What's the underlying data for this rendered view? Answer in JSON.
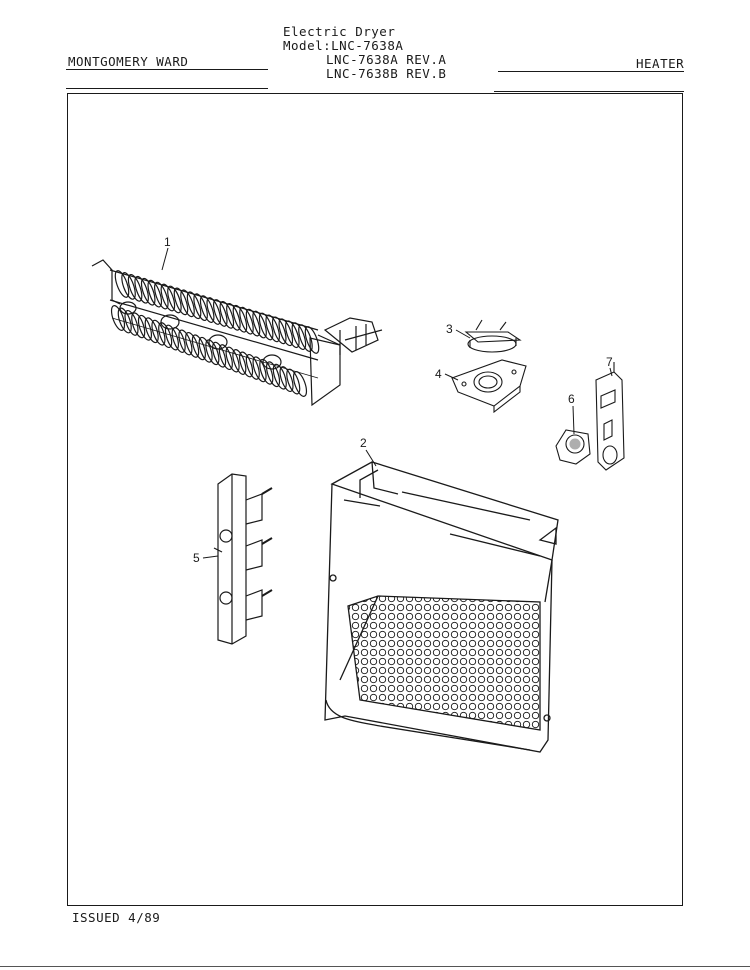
{
  "header": {
    "brand": "MONTGOMERY WARD",
    "section": "HEATER",
    "title_lines": [
      "Electric Dryer",
      "Model:LNC-7638A",
      "LNC-7638A REV.A",
      "LNC-7638B REV.B"
    ]
  },
  "parts": [
    {
      "number": "1",
      "part": "heating-element-coil"
    },
    {
      "number": "2",
      "part": "heater-housing"
    },
    {
      "number": "3",
      "part": "thermostat"
    },
    {
      "number": "4",
      "part": "thermostat-bracket"
    },
    {
      "number": "5",
      "part": "terminal-block"
    },
    {
      "number": "6",
      "part": "thermal-fuse"
    },
    {
      "number": "7",
      "part": "fuse-bracket"
    }
  ],
  "footer": {
    "issued": "ISSUED 4/89"
  }
}
